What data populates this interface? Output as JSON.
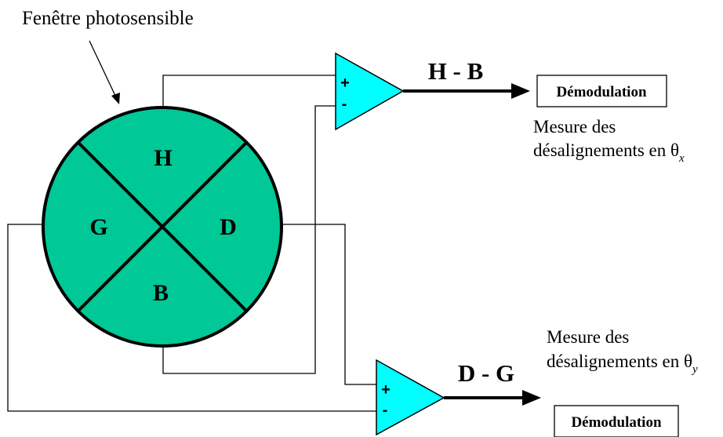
{
  "labels": {
    "window_label": "Fenêtre photosensible",
    "quadrant_top": "H",
    "quadrant_left": "G",
    "quadrant_right": "D",
    "quadrant_bottom": "B",
    "amp_plus": "+",
    "amp_minus": "-",
    "signal_hb": "H - B",
    "signal_dg": "D - G",
    "demod_top": "Démodulation",
    "demod_bottom": "Démodulation",
    "measure_top_line1": "Mesure des",
    "measure_top_line2": "désalignements en θ",
    "measure_top_sub": "x",
    "measure_bottom_line1": "Mesure des",
    "measure_bottom_line2": "désalignements en θ",
    "measure_bottom_sub": "y"
  },
  "colors": {
    "quadrant_fill": "#00C896",
    "amplifier_fill": "#00FFFF",
    "line": "#000000"
  }
}
